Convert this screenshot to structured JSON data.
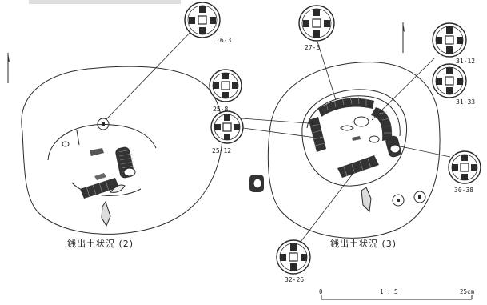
{
  "captions": {
    "left": "銭出土状況 (2)",
    "right": "銭出土状況 (3)"
  },
  "coins": {
    "c16_3": "16-3",
    "c27_3": "27-3",
    "c31_12": "31-12",
    "c31_33": "31-33",
    "c25_8": "25-8",
    "c25_12": "25-12",
    "c30_38": "30-38",
    "c32_26": "32-26"
  },
  "scale": {
    "zero": "0",
    "ratio": "1 : 5",
    "end": "25cm"
  }
}
